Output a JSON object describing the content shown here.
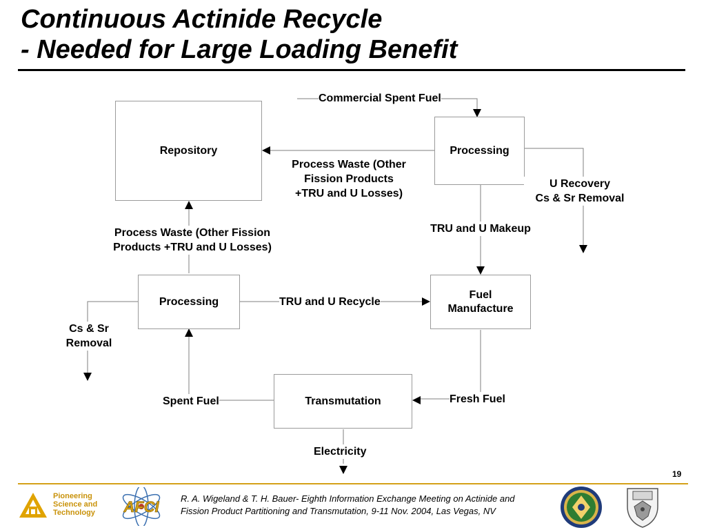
{
  "slide": {
    "title_line1": "Continuous Actinide Recycle",
    "title_line2": "- Needed for Large Loading Benefit",
    "page_number": "19"
  },
  "diagram": {
    "boxes": {
      "repository": "Repository",
      "processing_top": "Processing",
      "processing_left": "Processing",
      "fuel_manufacture": "Fuel\nManufacture",
      "transmutation": "Transmutation"
    },
    "labels": {
      "commercial_spent_fuel": "Commercial Spent Fuel",
      "process_waste_top": "Process Waste (Other\nFission Products\n+TRU and U Losses)",
      "u_recovery": "U Recovery\nCs & Sr Removal",
      "tru_u_makeup": "TRU and U Makeup",
      "process_waste_left": "Process Waste (Other Fission\nProducts +TRU and U Losses)",
      "tru_u_recycle": "TRU and U Recycle",
      "cs_sr_removal": "Cs & Sr\nRemoval",
      "spent_fuel": "Spent Fuel",
      "fresh_fuel": "Fresh Fuel",
      "electricity": "Electricity"
    }
  },
  "footer": {
    "tagline": [
      "Pioneering",
      "Science and",
      "Technology"
    ],
    "citation": [
      "R. A. Wigeland & T. H. Bauer- Eighth Information Exchange Meeting on Actinide and",
      "Fission Product Partitioning and Transmutation, 9-11 Nov. 2004, Las Vegas, NV"
    ],
    "afci_logo_text": "AFCI",
    "doe_seal_name": "department-of-energy-seal",
    "university_crest_name": "university-of-chicago-crest"
  },
  "colors": {
    "footer_rule": "#d4a017",
    "tagline": "#c9920a",
    "box_border": "#9a9a9a",
    "line": "#7f7f7f"
  }
}
